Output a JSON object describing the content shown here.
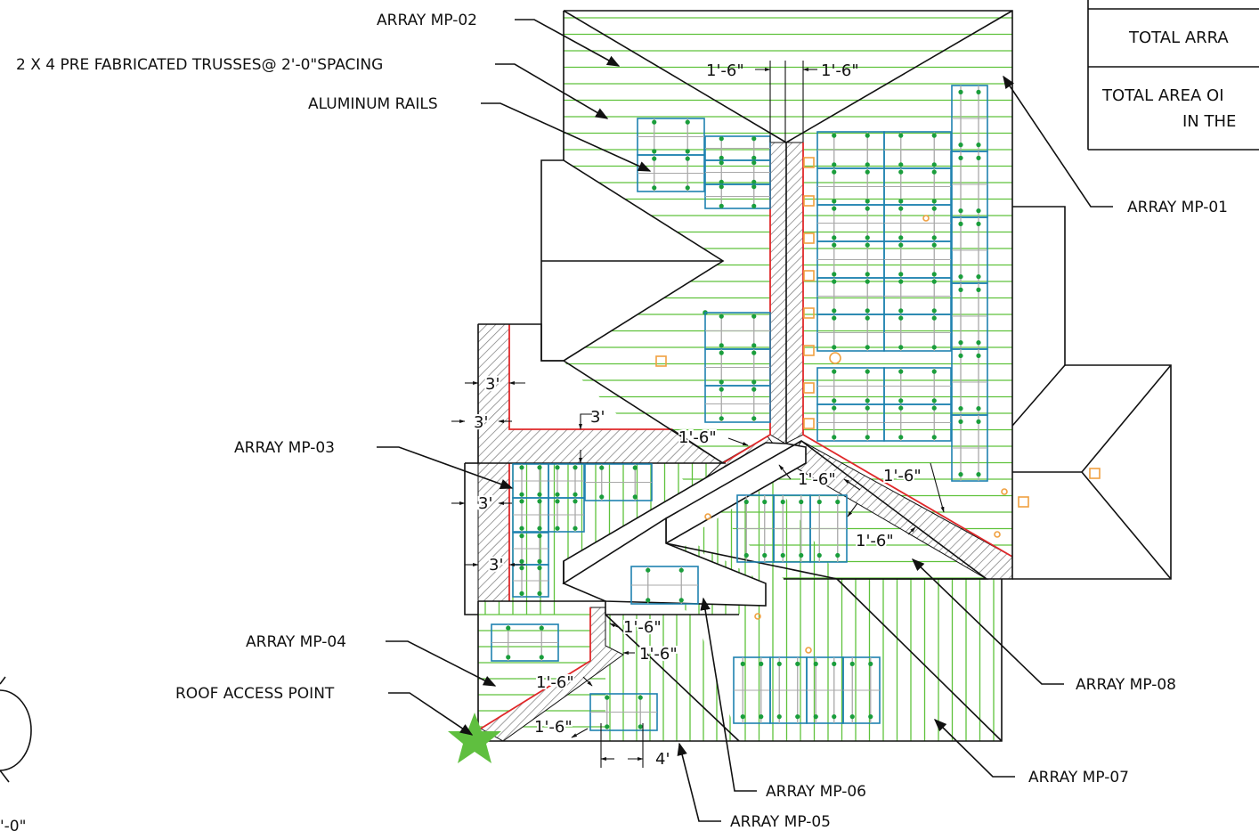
{
  "callouts": {
    "mp02": "ARRAY MP-02",
    "trusses": "2 X 4 PRE FABRICATED TRUSSES@ 2'-0\"SPACING",
    "rails": "ALUMINUM RAILS",
    "mp01": "ARRAY MP-01",
    "mp03": "ARRAY MP-03",
    "mp04": "ARRAY MP-04",
    "access": "ROOF ACCESS POINT",
    "mp08": "ARRAY MP-08",
    "mp07": "ARRAY MP-07",
    "mp06": "ARRAY MP-06",
    "mp05": "ARRAY MP-05"
  },
  "table": {
    "row1": "TOTAL ARRA",
    "row2a": "TOTAL AREA OI",
    "row2b": "IN THE"
  },
  "dimensions": {
    "ridge_left": "1'-6\"",
    "ridge_right": "1'-6\"",
    "d3a": "3'",
    "d3b": "3'",
    "d3c": "3'",
    "d3d": "3'",
    "d3e": "3'",
    "v1": "1'-6\"",
    "v2": "1'-6\"",
    "v3": "1'-6\"",
    "v4": "1'-6\"",
    "s1": "1'-6\"",
    "s2": "1'-6\"",
    "s3": "1'-6\"",
    "s4": "1'-6\"",
    "d4": "4'"
  },
  "scale_text": "'-0\"",
  "colors": {
    "roof_line": "#111111",
    "truss": "#5fc23c",
    "panel": "#1f82b0",
    "rail": "#a9a9a9",
    "attachment": "#1a9e3c",
    "setback": "#e0282a",
    "obstruction": "#f0a040",
    "access_star": "#5fbf3f"
  }
}
